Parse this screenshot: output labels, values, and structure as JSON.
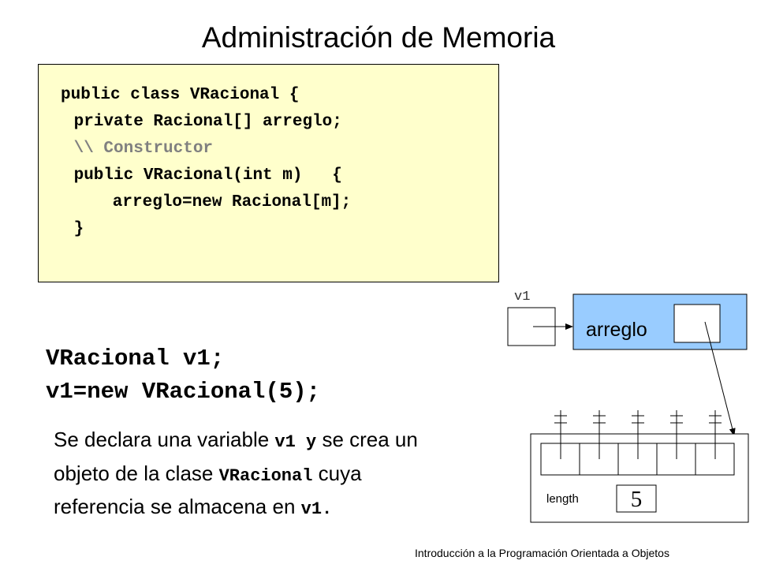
{
  "title": "Administración de Memoria",
  "code": {
    "lines": [
      "public class VRacional {",
      " private Racional[] arreglo;",
      " \\\\ Constructor",
      " public VRacional(int m)   {",
      "   arreglo=new Racional[m];",
      " }"
    ]
  },
  "statements": [
    "VRacional v1;",
    "v1=new VRacional(5);"
  ],
  "description": {
    "t1": "Se declara una variable ",
    "m1": "v1 y",
    "t2": " se crea un objeto de la clase ",
    "m2": "VRacional",
    "t3": " cuya referencia se almacena en ",
    "m3": "v1."
  },
  "diagram": {
    "variable_label": "v1",
    "object_field_label": "arreglo",
    "array_length_label": "length",
    "array_length_value": "5",
    "array_cells": 5,
    "object_color": "#99ccff"
  },
  "footer": "Introducción a la Programación Orientada a Objetos"
}
